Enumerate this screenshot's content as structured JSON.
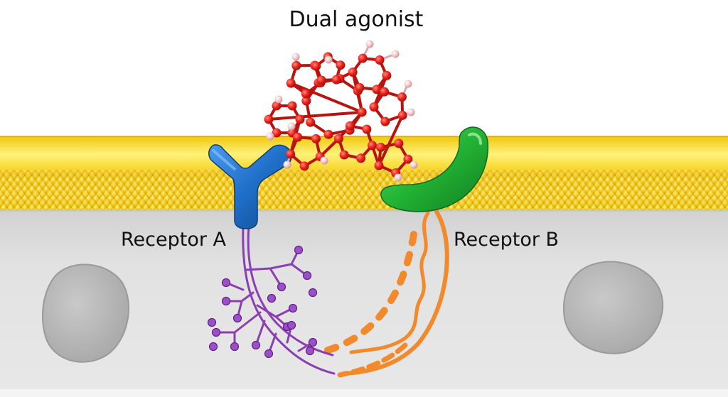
{
  "title": "Dual agonist",
  "labels": {
    "receptor_a": "Receptor A",
    "receptor_b": "Receptor B"
  },
  "colors": {
    "membrane_yellow": "#f7d31a",
    "membrane_bead": "#f4c20f",
    "cytoplasm": "#dedede",
    "agonist_red": "#e8201b",
    "hydrogen_pink": "#f2c2c8",
    "receptor_a_blue": "#1f6fc9",
    "receptor_b_green": "#22b334",
    "pathway_a_purple": "#8a3fb3",
    "pathway_b_orange": "#f28a2c"
  },
  "icons": [
    "agonist-molecule-icon",
    "y-receptor-icon",
    "crescent-receptor-icon",
    "nucleus-blob-icon"
  ]
}
